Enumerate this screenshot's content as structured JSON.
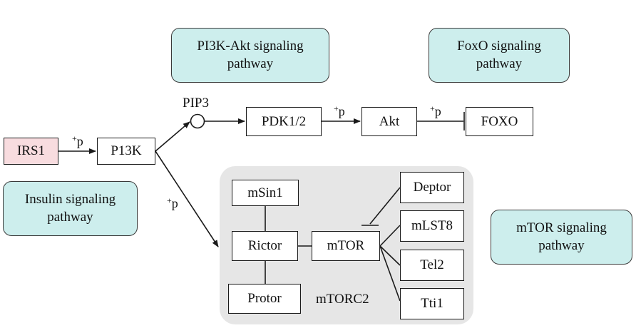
{
  "pathways": {
    "pi3k_akt": "PI3K-Akt signaling\npathway",
    "foxo": "FoxO signaling\npathway",
    "insulin": "Insulin signaling\npathway",
    "mtor": "mTOR signaling\npathway"
  },
  "nodes": {
    "irs1": "IRS1",
    "p13k": "P13K",
    "pdk12": "PDK1/2",
    "akt": "Akt",
    "foxo": "FOXO",
    "msin1": "mSin1",
    "rictor": "Rictor",
    "mtor": "mTOR",
    "protor": "Protor",
    "deptor": "Deptor",
    "mlst8": "mLST8",
    "tel2": "Tel2",
    "tti1": "Tti1"
  },
  "labels": {
    "pip3": "PIP3",
    "complex": "mTORC2",
    "phospho_sign": "+",
    "phospho_letter": "p"
  },
  "colors": {
    "pathway_fill": "#cdeeed",
    "irs1_fill": "#f8dcdf",
    "complex_fill": "#e6e6e6",
    "line": "#1a1a1a"
  }
}
